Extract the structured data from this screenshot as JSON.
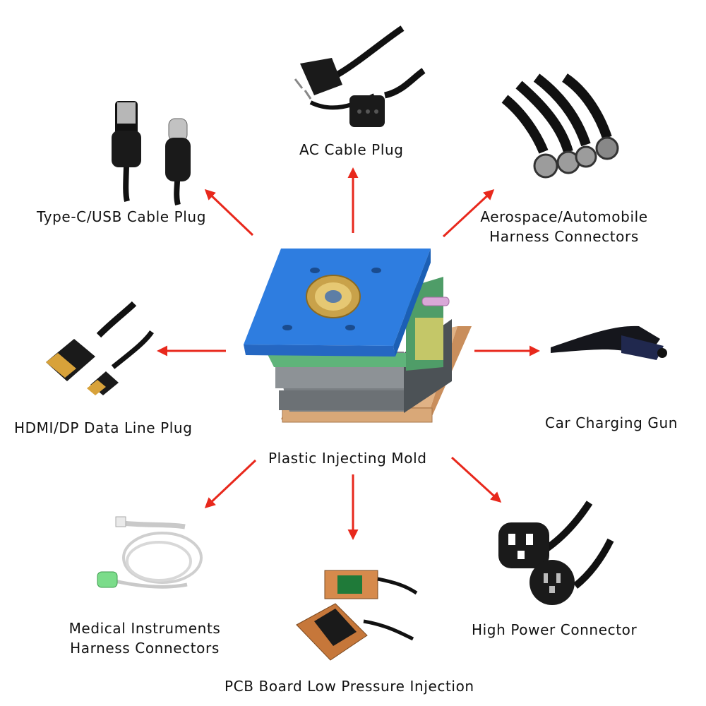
{
  "diagram": {
    "center": {
      "label": "Plastic Injecting Mold"
    },
    "nodes": [
      {
        "id": "type-c",
        "label": "Type-C/USB Cable Plug"
      },
      {
        "id": "ac-plug",
        "label": "AC Cable Plug"
      },
      {
        "id": "aerospace",
        "label_lines": [
          "Aerospace/Automobile",
          "Harness Connectors"
        ]
      },
      {
        "id": "hdmi",
        "label": "HDMI/DP Data Line Plug"
      },
      {
        "id": "car-gun",
        "label": "Car Charging Gun"
      },
      {
        "id": "medical",
        "label_lines": [
          "Medical Instruments",
          "Harness Connectors"
        ]
      },
      {
        "id": "pcb",
        "label": "PCB Board Low Pressure Injection"
      },
      {
        "id": "high-power",
        "label": "High Power Connector"
      }
    ],
    "colors": {
      "arrow": "#e8281c",
      "mold_top": "#2e7de0",
      "mold_green": "#5fb47a",
      "mold_gray": "#6f7478",
      "mold_base": "#d9a878",
      "cable": "#111111"
    }
  }
}
